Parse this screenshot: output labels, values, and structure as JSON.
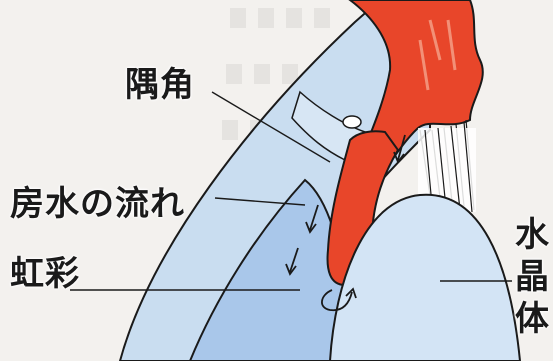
{
  "labels": {
    "angle": "隅角",
    "aqueous_flow": "房水の流れ",
    "iris": "虹彩",
    "lens": "水晶体"
  },
  "colors": {
    "background": "#f3f1ee",
    "cornea": "#c9ddf0",
    "anterior_chamber": "#a9c7ea",
    "iris": "#e8462a",
    "iris_vessel": "#e97a5e",
    "lens": "#d3e4f5",
    "outline": "#1a1a1a",
    "posterior": "#ffffff"
  },
  "icons": {
    "flow_arrows": "arrow-icon",
    "schlemm_canal": "canal-icon"
  }
}
